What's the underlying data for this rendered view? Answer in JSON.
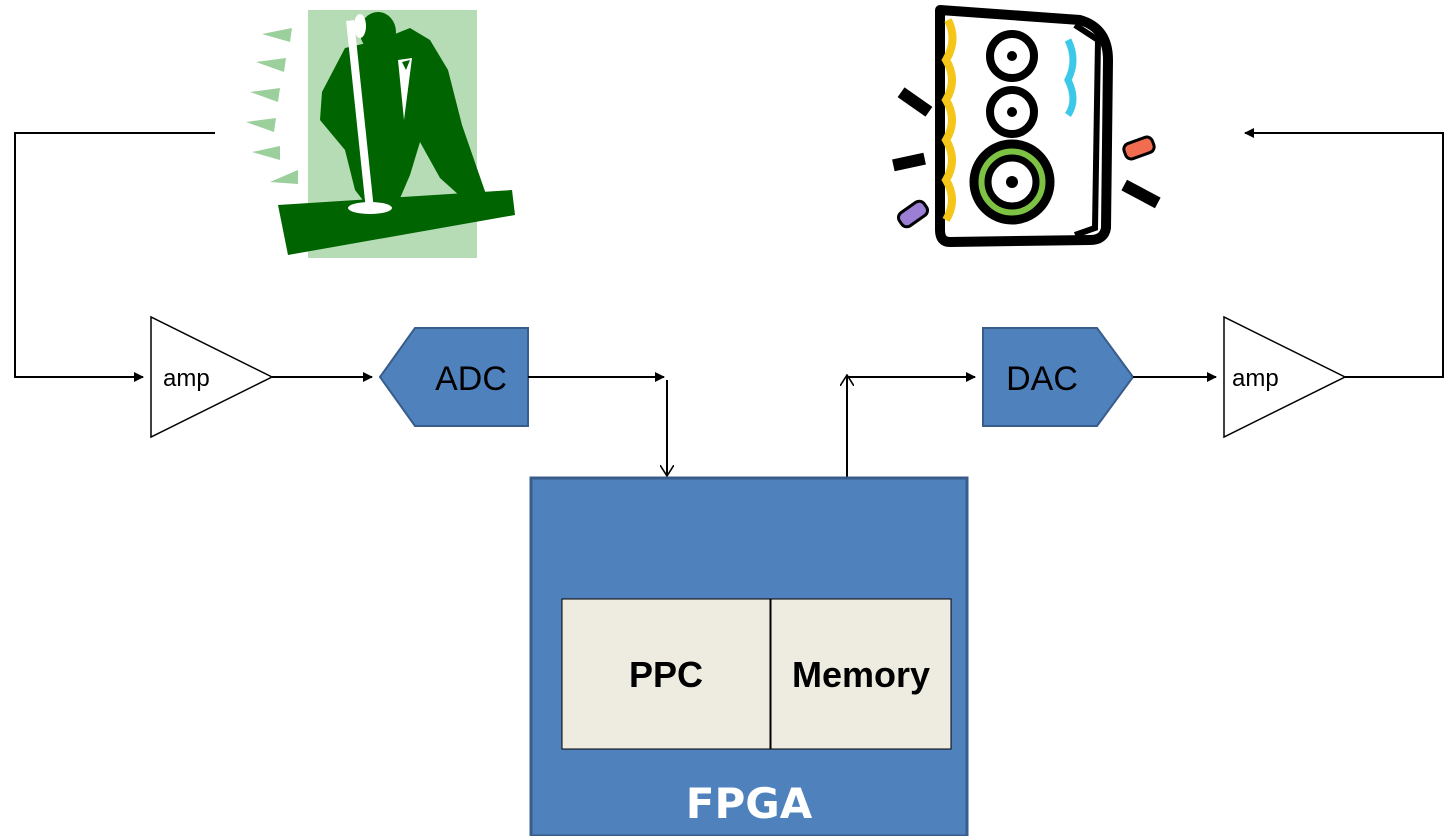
{
  "input_chain": {
    "amp_label": "amp",
    "adc_label": "ADC"
  },
  "output_chain": {
    "dac_label": "DAC",
    "amp_label": "amp"
  },
  "fpga": {
    "label": "FPGA",
    "blocks": {
      "ppc_label": "PPC",
      "memory_label": "Memory"
    }
  },
  "colors": {
    "block_blue": "#4f81bd",
    "block_border": "#385d8a",
    "chip_fill": "#eeece1",
    "singer_green": "#006400",
    "singer_bg": "#b5dcb5"
  },
  "icons": {
    "source": "singer-icon",
    "sink": "speaker-icon"
  }
}
